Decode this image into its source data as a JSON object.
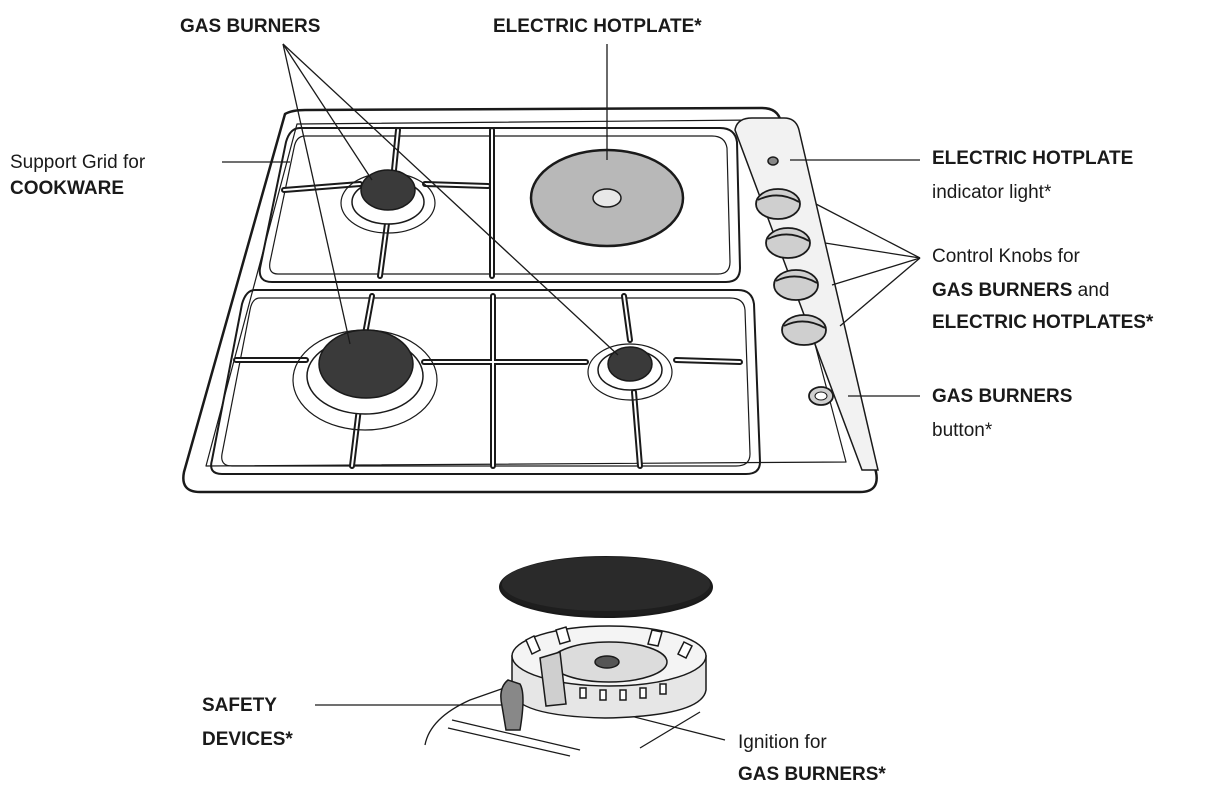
{
  "labels": {
    "gas_burners_top": "GAS BURNERS",
    "electric_hotplate_top": "ELECTRIC HOTPLATE*",
    "support_grid": {
      "line1": "Support Grid for",
      "line2": "COOKWARE"
    },
    "indicator": {
      "line1": "ELECTRIC HOTPLATE",
      "line2": "indicator light*"
    },
    "control_knobs": {
      "line1": "Control Knobs for",
      "line2_bold": "GAS BURNERS",
      "line2_rest": " and",
      "line3": "ELECTRIC HOTPLATES*"
    },
    "gas_button": {
      "line1": "GAS BURNERS",
      "line2": "button*"
    },
    "safety": {
      "line1": "SAFETY",
      "line2": "DEVICES*"
    },
    "ignition": {
      "line1": "Ignition for",
      "line2": "GAS BURNERS*"
    }
  },
  "colors": {
    "outline": "#1a1a1a",
    "burner_cap": "#3a3a3a",
    "hotplate_fill": "#b8b8b8",
    "knob_fill": "#cfcfcf",
    "panel_fill": "#f2f2f2"
  }
}
